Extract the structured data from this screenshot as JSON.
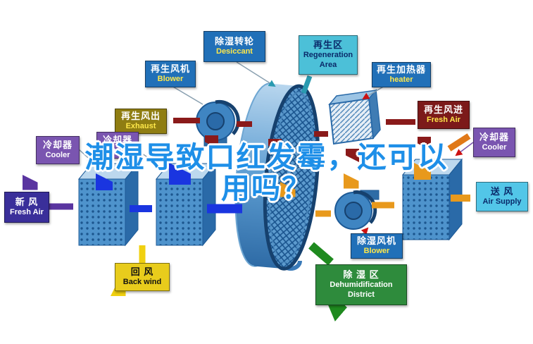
{
  "overlay": {
    "line1": "潮湿导致口红发霉，还可以",
    "line2": "用吗？"
  },
  "labels": {
    "desiccant": {
      "zh": "除湿转轮",
      "en": "Desiccant"
    },
    "regen_area": {
      "zh": "再生区",
      "en": "Regeneration Area"
    },
    "regen_blower": {
      "zh": "再生风机",
      "en": "Blower"
    },
    "regen_heater": {
      "zh": "再生加热器",
      "en": "heater"
    },
    "exhaust": {
      "zh": "再生风出",
      "en": "Exhaust"
    },
    "regen_inlet": {
      "zh": "再生风进",
      "en": "Fresh Air"
    },
    "cooler_left_a": {
      "zh": "冷却器",
      "en": "Cooler"
    },
    "cooler_left_b": {
      "zh": "冷却器",
      "en": "Cooler"
    },
    "cooler_right": {
      "zh": "冷却器",
      "en": "Cooler"
    },
    "fresh_air": {
      "zh": "新  风",
      "en": "Fresh Air"
    },
    "back_wind": {
      "zh": "回  风",
      "en": "Back wind"
    },
    "air_supply": {
      "zh": "送  风",
      "en": "Air Supply"
    },
    "dehumid_blower": {
      "zh": "除湿风机",
      "en": "Blower"
    },
    "dehumid_area": {
      "zh": "除  湿  区",
      "en1": "Dehumidification",
      "en2": "District"
    }
  },
  "colors": {
    "overlay_text": "#1e8fe8",
    "label_blue": "#2170b8",
    "label_cyan": "#4cc0d8",
    "label_olive": "#8f7d12",
    "label_maroon": "#7c1a1a",
    "label_purple": "#7a55b0",
    "label_indigo": "#3a2f9a",
    "label_yellow": "#e8cc1c",
    "label_skyblue": "#52c6e8",
    "label_green": "#2e8b3c",
    "en_text_yellow": "#ffe84a",
    "arrow_blue": "#1a35e0",
    "arrow_purple": "#5a35a0",
    "arrow_maroon": "#8a1a1a",
    "arrow_orange": "#e8991c",
    "arrow_yellow": "#f0d010",
    "arrow_green": "#1f8a1f",
    "arrow_teal": "#2a9ab0",
    "machine_blue": "#3f85c2"
  }
}
